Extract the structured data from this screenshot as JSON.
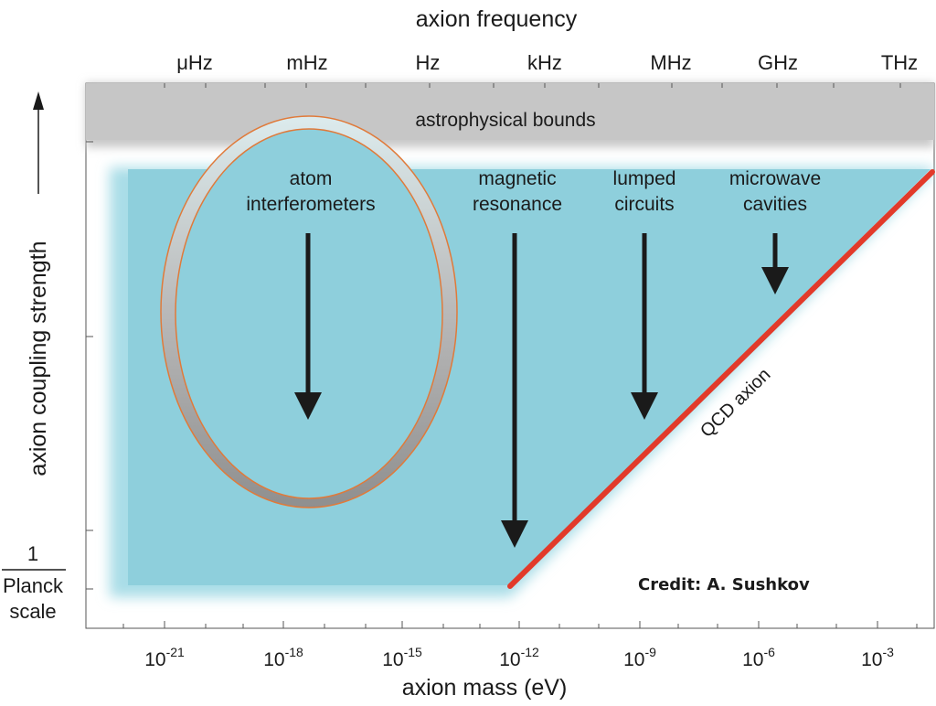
{
  "title": "axion frequency",
  "frequency_ticks": [
    "μHz",
    "mHz",
    "Hz",
    "kHz",
    "MHz",
    "GHz",
    "THz"
  ],
  "mass_ticks": [
    {
      "base": "10",
      "exp": "-21"
    },
    {
      "base": "10",
      "exp": "-18"
    },
    {
      "base": "10",
      "exp": "-15"
    },
    {
      "base": "10",
      "exp": "-12"
    },
    {
      "base": "10",
      "exp": "-9"
    },
    {
      "base": "10",
      "exp": "-6"
    },
    {
      "base": "10",
      "exp": "-3"
    }
  ],
  "xlabel": "axion mass (eV)",
  "ylabel": "axion coupling strength",
  "planck": {
    "numerator": "1",
    "denominator_line1": "Planck",
    "denominator_line2": "scale"
  },
  "regions": {
    "astrophysical": "astrophysical bounds",
    "qcd_axion": "QCD axion"
  },
  "methods": [
    {
      "line1": "atom",
      "line2": "interferometers"
    },
    {
      "line1": "magnetic",
      "line2": "resonance"
    },
    {
      "line1": "lumped",
      "line2": "circuits"
    },
    {
      "line1": "microwave",
      "line2": "cavities"
    }
  ],
  "credit": "Credit: A. Sushkov",
  "colors": {
    "sensitive_region": "#8ecfdc",
    "astrophysical_band": "#c8c8c8",
    "qcd_line": "#e23a2a",
    "ellipse_ring": "#a9a9a9",
    "ellipse_outline": "#e07a3a",
    "arrow": "#1a1a1a"
  }
}
